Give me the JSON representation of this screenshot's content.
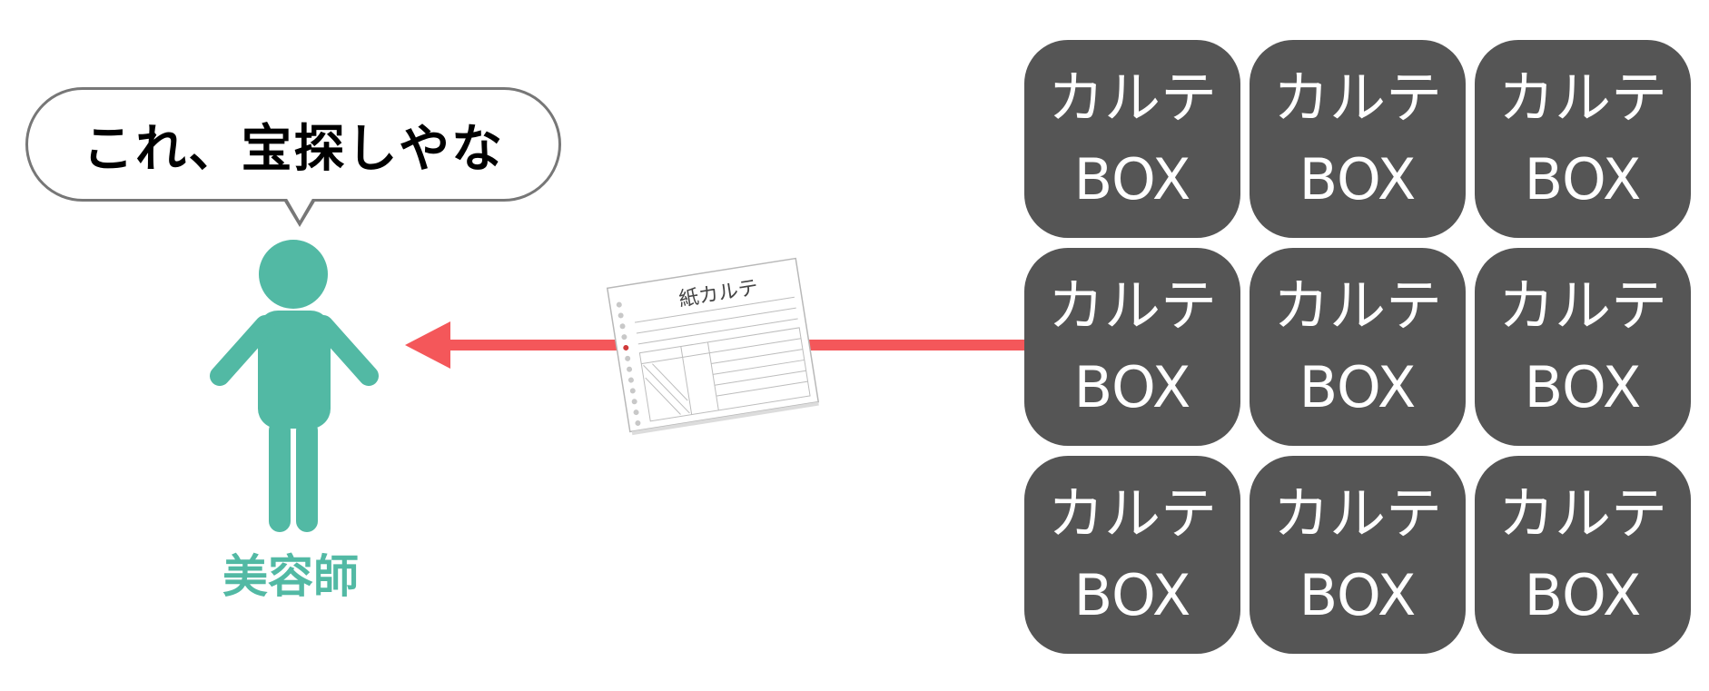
{
  "speech": {
    "text": "これ、宝探しやな"
  },
  "person": {
    "label": "美容師",
    "color": "#52b9a4"
  },
  "arrow": {
    "color": "#f4575a"
  },
  "paper": {
    "title": "紙カルテ"
  },
  "boxes": [
    {
      "line1": "カルテ",
      "line2": "BOX"
    },
    {
      "line1": "カルテ",
      "line2": "BOX"
    },
    {
      "line1": "カルテ",
      "line2": "BOX"
    },
    {
      "line1": "カルテ",
      "line2": "BOX"
    },
    {
      "line1": "カルテ",
      "line2": "BOX"
    },
    {
      "line1": "カルテ",
      "line2": "BOX"
    },
    {
      "line1": "カルテ",
      "line2": "BOX"
    },
    {
      "line1": "カルテ",
      "line2": "BOX"
    },
    {
      "line1": "カルテ",
      "line2": "BOX"
    }
  ]
}
